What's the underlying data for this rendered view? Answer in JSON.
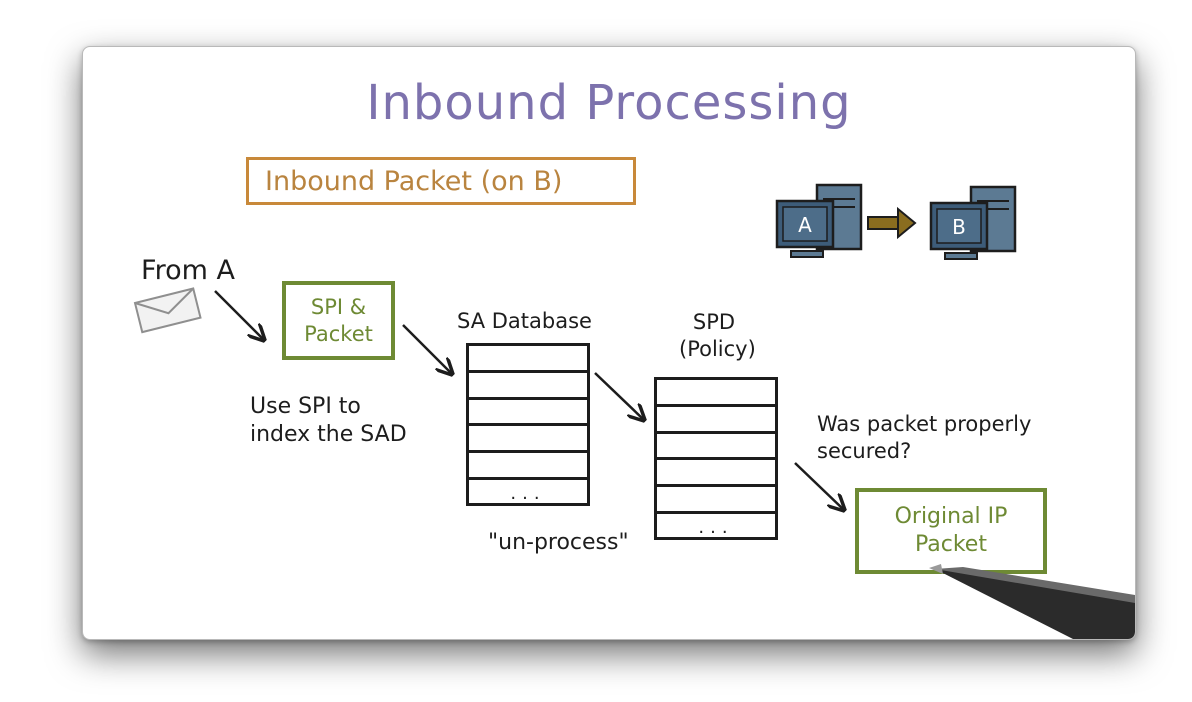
{
  "diagram": {
    "title": "Inbound Processing",
    "inbound_packet_label": "Inbound Packet (on B)",
    "from_label": "From A",
    "spi_box_text": "SPI &\nPacket",
    "use_spi_text": "Use SPI to\nindex the SAD",
    "sa_database_label": "SA Database",
    "sa_database_dots": "...",
    "spd_label": "SPD\n(Policy)",
    "spd_dots": "...",
    "unprocess_text": "\"un-process\"",
    "was_secured_text": "Was packet properly\nsecured?",
    "original_box_text": "Original IP\nPacket",
    "computer_a_label": "A",
    "computer_b_label": "B"
  },
  "colors": {
    "title": "#7d72ad",
    "inbound_box": "#c8893a",
    "green_box": "#6e8a34",
    "ink": "#1d1d1d",
    "computer_body": "#5c7a93",
    "computer_screen": "#3d5c79",
    "transfer_arrow": "#8a6d1f"
  },
  "icons": [
    "envelope-icon",
    "computer-a-icon",
    "computer-b-icon",
    "pen-icon"
  ]
}
